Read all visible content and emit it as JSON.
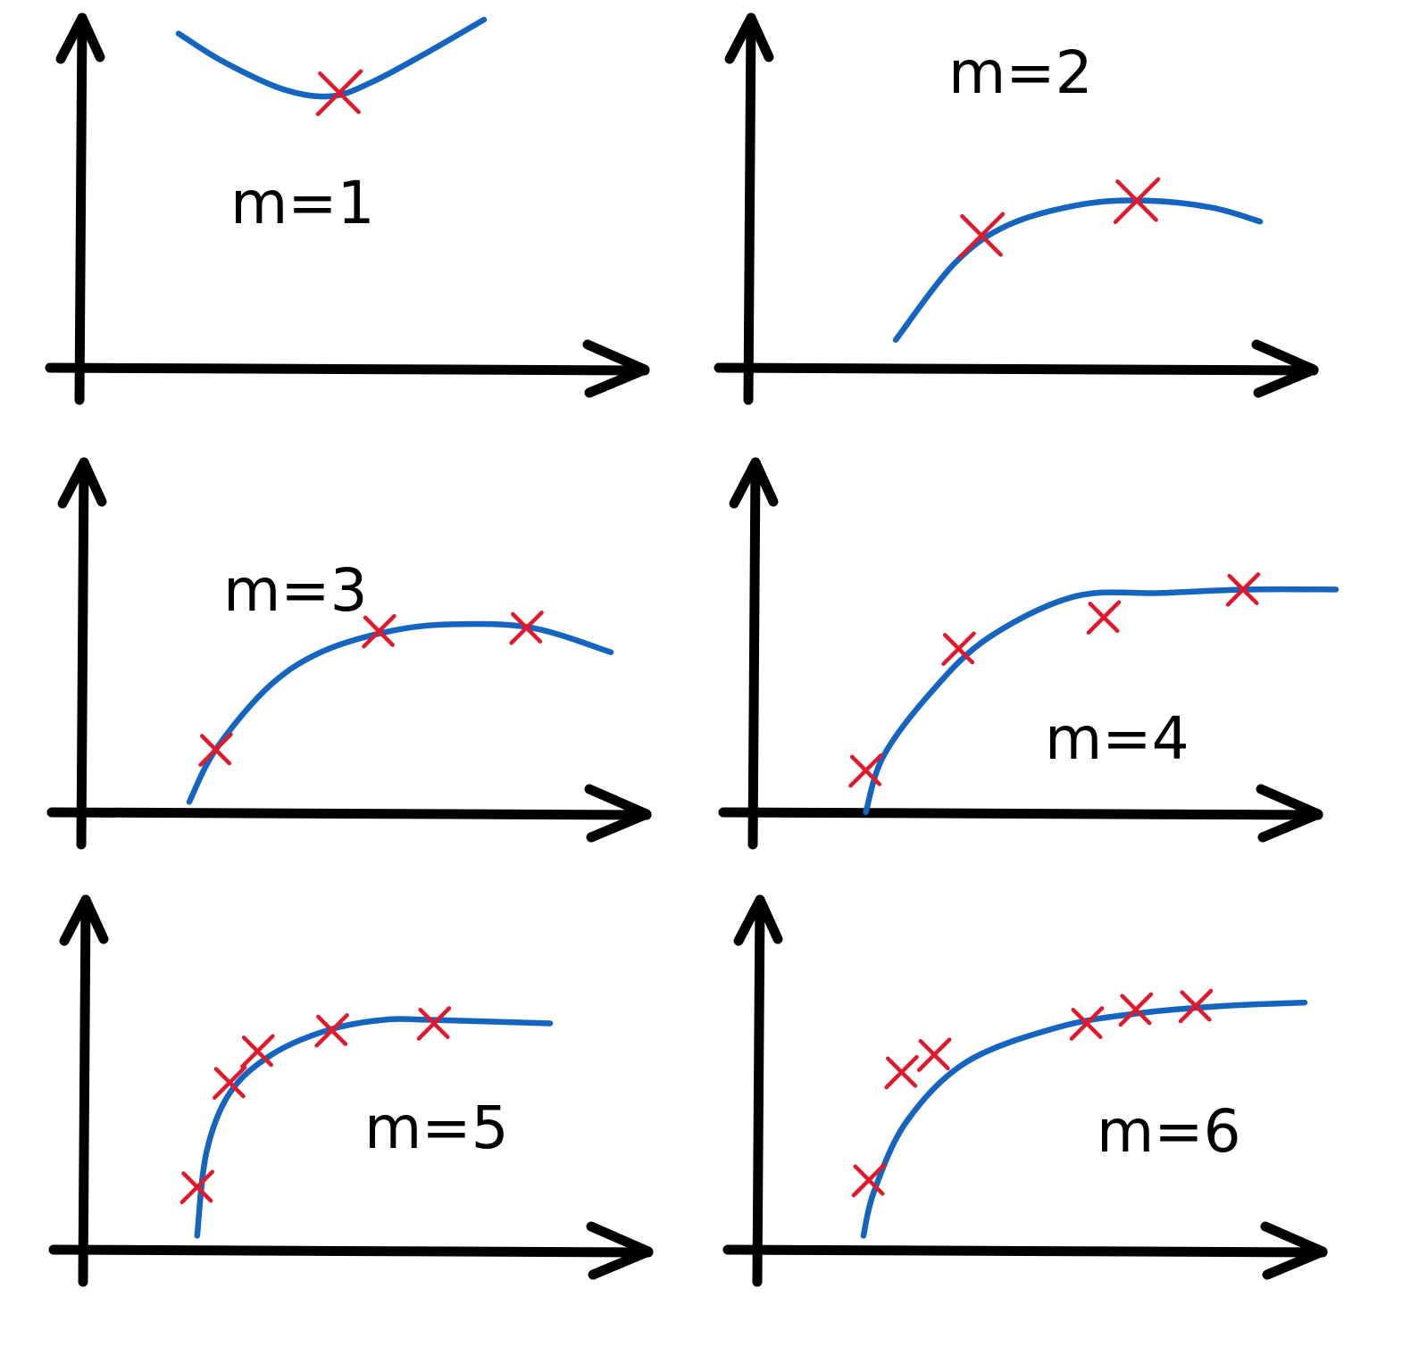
{
  "colors": {
    "axis": "#000000",
    "curve": "#1565c0",
    "marker": "#e0192c"
  },
  "panels": [
    {
      "label": "m=1",
      "points": [
        [
          0.64,
          0.79
        ]
      ],
      "curve": [
        [
          0.24,
          0.96
        ],
        [
          0.35,
          0.88
        ],
        [
          0.5,
          0.8
        ],
        [
          0.62,
          0.78
        ],
        [
          0.72,
          0.82
        ],
        [
          0.85,
          0.9
        ],
        [
          1.0,
          1.0
        ]
      ]
    },
    {
      "label": "m=2",
      "points": [
        [
          0.43,
          0.38
        ],
        [
          0.72,
          0.48
        ]
      ],
      "curve": [
        [
          0.27,
          0.08
        ],
        [
          0.38,
          0.3
        ],
        [
          0.48,
          0.41
        ],
        [
          0.62,
          0.47
        ],
        [
          0.74,
          0.48
        ],
        [
          0.86,
          0.46
        ],
        [
          0.95,
          0.42
        ]
      ]
    },
    {
      "label": "m=3",
      "points": [
        [
          0.25,
          0.18
        ],
        [
          0.56,
          0.52
        ],
        [
          0.84,
          0.53
        ]
      ],
      "curve": [
        [
          0.2,
          0.03
        ],
        [
          0.25,
          0.18
        ],
        [
          0.35,
          0.36
        ],
        [
          0.45,
          0.46
        ],
        [
          0.58,
          0.52
        ],
        [
          0.7,
          0.54
        ],
        [
          0.85,
          0.53
        ],
        [
          1.0,
          0.46
        ]
      ]
    },
    {
      "label": "m=4",
      "points": [
        [
          0.19,
          0.12
        ],
        [
          0.35,
          0.47
        ],
        [
          0.6,
          0.56
        ],
        [
          0.84,
          0.64
        ]
      ],
      "curve": [
        [
          0.19,
          0.0
        ],
        [
          0.22,
          0.16
        ],
        [
          0.3,
          0.34
        ],
        [
          0.4,
          0.5
        ],
        [
          0.55,
          0.62
        ],
        [
          0.7,
          0.63
        ],
        [
          0.85,
          0.64
        ],
        [
          1.0,
          0.64
        ]
      ]
    },
    {
      "label": "m=5",
      "points": [
        [
          0.24,
          0.18
        ],
        [
          0.31,
          0.48
        ],
        [
          0.37,
          0.57
        ],
        [
          0.53,
          0.63
        ],
        [
          0.75,
          0.65
        ]
      ],
      "curve": [
        [
          0.24,
          0.04
        ],
        [
          0.26,
          0.28
        ],
        [
          0.31,
          0.45
        ],
        [
          0.4,
          0.56
        ],
        [
          0.52,
          0.63
        ],
        [
          0.64,
          0.66
        ],
        [
          0.75,
          0.66
        ],
        [
          1.0,
          0.65
        ]
      ]
    },
    {
      "label": "m=6",
      "points": [
        [
          0.2,
          0.2
        ],
        [
          0.26,
          0.51
        ],
        [
          0.32,
          0.56
        ],
        [
          0.6,
          0.65
        ],
        [
          0.69,
          0.69
        ],
        [
          0.8,
          0.7
        ]
      ],
      "curve": [
        [
          0.19,
          0.04
        ],
        [
          0.21,
          0.17
        ],
        [
          0.27,
          0.37
        ],
        [
          0.38,
          0.54
        ],
        [
          0.55,
          0.64
        ],
        [
          0.7,
          0.68
        ],
        [
          0.85,
          0.7
        ],
        [
          1.0,
          0.71
        ]
      ]
    }
  ]
}
